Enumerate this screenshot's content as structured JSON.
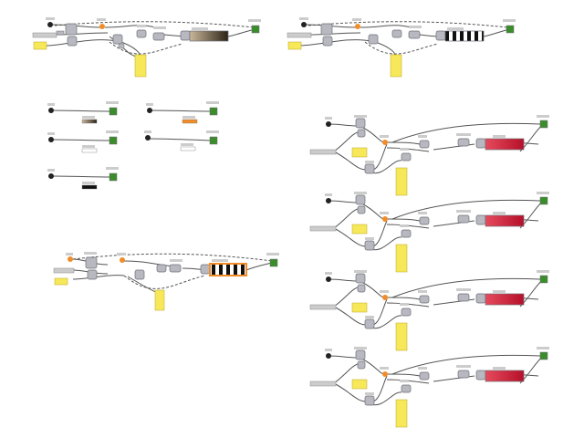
{
  "canvas": {
    "background": "#ffffff",
    "node_fill": "#b8b8c0",
    "node_stroke": "#6f6f78",
    "wire_color": "#555555",
    "panel_color": "#f7e85a",
    "panel_stroke": "#b9a61e",
    "orange_color": "#f28c28",
    "input_icon_color": "#222222",
    "output_icon_color": "#3b8c2a",
    "gradient_brown": [
      "#c9b79a",
      "#2d2417"
    ],
    "gradient_red": [
      "#e64a5c",
      "#b5102a"
    ],
    "stripe_dark": "#111111",
    "stripe_light": "#ffffff"
  },
  "definitions": [
    {
      "id": "def-brown-gradient",
      "preview": "brown-gradient"
    },
    {
      "id": "def-black-stripes-top",
      "preview": "black-white-stripes"
    },
    {
      "id": "def-small-swatches",
      "preview": "small-swatches"
    },
    {
      "id": "def-orange-stripes",
      "preview": "orange-black-stripes"
    },
    {
      "id": "def-red-gradient-1",
      "preview": "red-gradient"
    },
    {
      "id": "def-red-gradient-2",
      "preview": "red-gradient"
    },
    {
      "id": "def-red-gradient-3",
      "preview": "red-gradient"
    },
    {
      "id": "def-red-gradient-4",
      "preview": "red-gradient"
    }
  ],
  "icons": {
    "input": "circle-input-icon",
    "output": "output-parameter-icon",
    "orange": "orange-param-icon",
    "panel": "yellow-panel-icon",
    "slider": "number-slider-icon",
    "component": "component-node-icon"
  }
}
